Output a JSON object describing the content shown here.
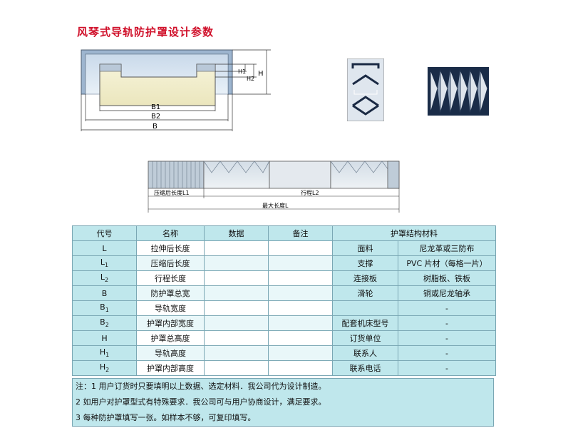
{
  "title": "风琴式导轨防护罩设计参数",
  "diagram1": {
    "labels": {
      "b1": "B1",
      "b2": "B2",
      "b": "B",
      "h1": "H1",
      "h2": "H2",
      "h": "H"
    }
  },
  "diagram2": {
    "labels": {
      "l1": "压缩后长度L1",
      "l2": "行程L2",
      "l": "最大长度L"
    }
  },
  "table": {
    "headers": {
      "code": "代号",
      "name": "名称",
      "data": "数据",
      "note": "备注",
      "material": "护罩结构材料"
    },
    "rows": [
      {
        "code": "L",
        "sub": "",
        "name": "拉伸后长度",
        "mat_a": "面料",
        "mat_b": "尼龙革或三防布"
      },
      {
        "code": "L",
        "sub": "1",
        "name": "压缩后长度",
        "mat_a": "支撑",
        "mat_b": "PVC 片材（每格一片）"
      },
      {
        "code": "L",
        "sub": "2",
        "name": "行程长度",
        "mat_a": "连接板",
        "mat_b": "树脂板、铁板"
      },
      {
        "code": "B",
        "sub": "",
        "name": "防护罩总宽",
        "mat_a": "滑轮",
        "mat_b": "铜或尼龙轴承"
      },
      {
        "code": "B",
        "sub": "1",
        "name": "导轨宽度",
        "mat_a": "",
        "mat_b": "-"
      },
      {
        "code": "B",
        "sub": "2",
        "name": "护罩内部宽度",
        "mat_a": "配套机床型号",
        "mat_b": "-"
      },
      {
        "code": "H",
        "sub": "",
        "name": "护罩总高度",
        "mat_a": "订货单位",
        "mat_b": "-"
      },
      {
        "code": "H",
        "sub": "1",
        "name": "导轨高度",
        "mat_a": "联系人",
        "mat_b": "-"
      },
      {
        "code": "H",
        "sub": "2",
        "name": "护罩内部高度",
        "mat_a": "联系电话",
        "mat_b": "-"
      }
    ]
  },
  "notes": [
    "注：1 用户订货时只要填明以上数据、选定材料．我公司代为设计制造。",
    "2 如用户对护罩型式有特殊要求．我公司可与用户协商设计，满足要求。",
    "3 每种防护罩填写一张。如样本不够，可复印填写。"
  ]
}
